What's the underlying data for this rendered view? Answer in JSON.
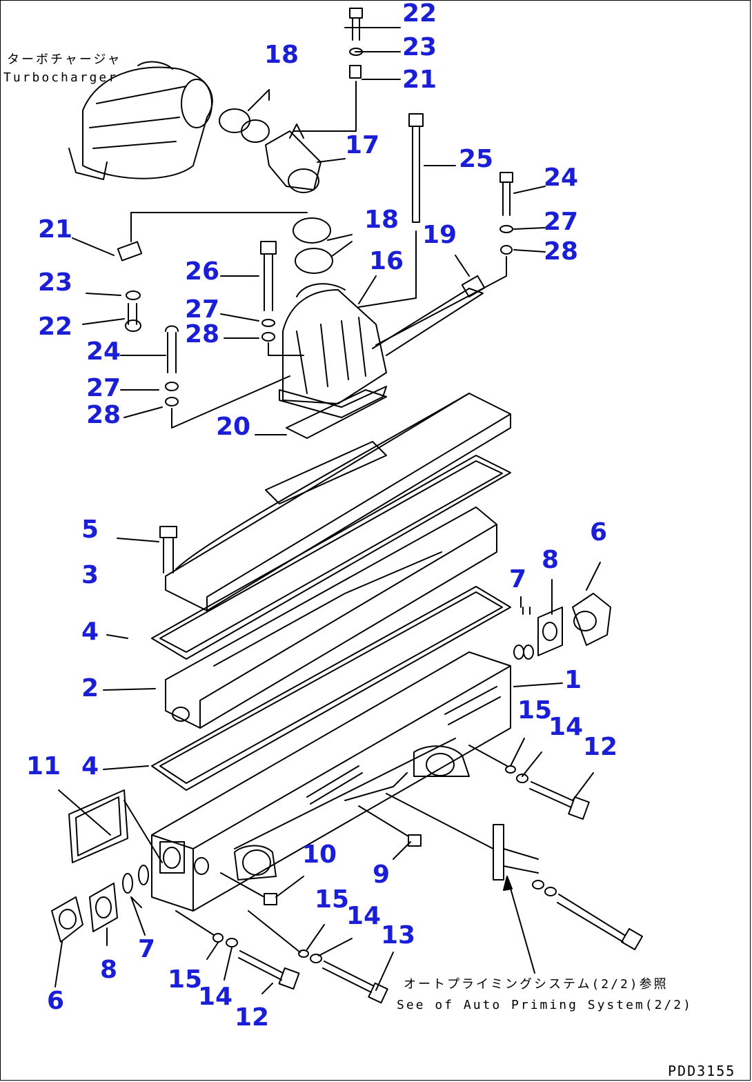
{
  "labels": {
    "turbo_jp": "ターボチャージャ",
    "turbo_en": "Turbocharger",
    "ref_jp": "オートプライミングシステム(2/2)参照",
    "ref_en": "See of Auto Priming System(2/2)",
    "code": "PDD3155"
  },
  "callouts": [
    "22",
    "23",
    "21",
    "18",
    "17",
    "25",
    "24",
    "27",
    "28",
    "21",
    "18",
    "19",
    "16",
    "26",
    "23",
    "22",
    "27",
    "28",
    "24",
    "27",
    "28",
    "20",
    "5",
    "3",
    "6",
    "8",
    "7",
    "4",
    "2",
    "1",
    "15",
    "14",
    "12",
    "11",
    "4",
    "10",
    "9",
    "15",
    "14",
    "13",
    "7",
    "8",
    "6",
    "15",
    "14",
    "12"
  ]
}
